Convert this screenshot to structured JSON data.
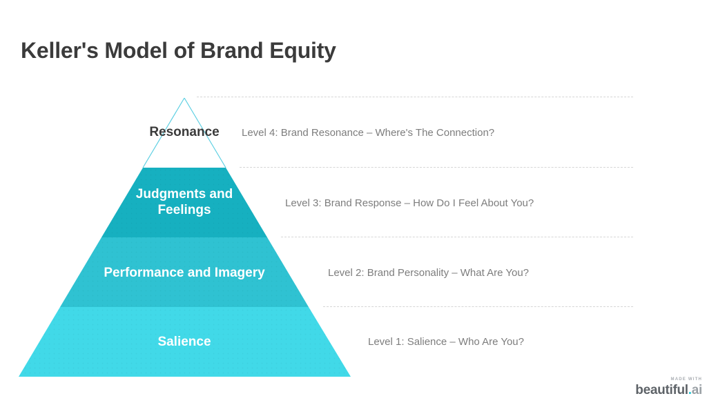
{
  "slide": {
    "title": "Keller's Model of Brand Equity"
  },
  "pyramid": {
    "levels": [
      {
        "name": "Resonance",
        "fill": "none",
        "outline_color": "#5ccfe2",
        "text_color": "#3a3a3a"
      },
      {
        "name": "Judgments and Feelings",
        "fill": "#16b0c0",
        "text_color": "#ffffff"
      },
      {
        "name": "Performance and Imagery",
        "fill": "#2fc2d2",
        "text_color": "#ffffff"
      },
      {
        "name": "Salience",
        "fill": "#41d9e8",
        "text_color": "#ffffff"
      }
    ]
  },
  "rows": [
    {
      "text": "Level 4: Brand Resonance – Where's The Connection?"
    },
    {
      "text": "Level 3: Brand Response – How Do I Feel About You?"
    },
    {
      "text": "Level 2: Brand Personality – What Are You?"
    },
    {
      "text": "Level 1: Salience – Who Are You?"
    }
  ],
  "branding": {
    "made_with": "MADE WITH",
    "logo_base": "beautiful",
    "logo_dot": ".",
    "logo_suffix": "ai"
  },
  "colors": {
    "title_text": "#3b3b3b",
    "row_text": "#7d7d7d",
    "divider": "#d5d5d5",
    "logo_base": "#5e6368",
    "logo_dot": "#2ac7d4",
    "logo_suffix": "#9ba1a6"
  }
}
